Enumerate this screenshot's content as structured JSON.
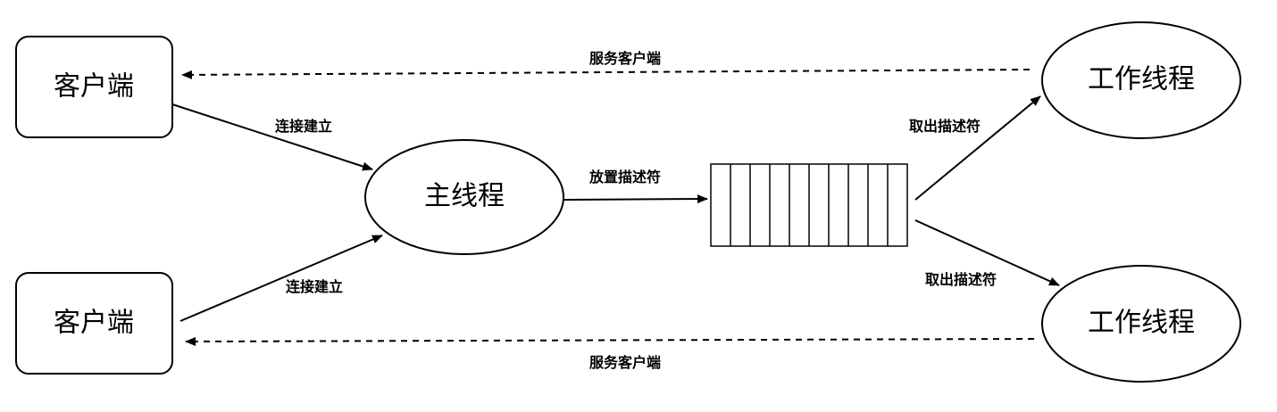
{
  "nodes": {
    "client_top": {
      "label": "客户端"
    },
    "client_bottom": {
      "label": "客户端"
    },
    "main_thread": {
      "label": "主线程"
    },
    "worker_top": {
      "label": "工作线程"
    },
    "worker_bottom": {
      "label": "工作线程"
    }
  },
  "queue": {
    "slot_count": 10
  },
  "edges": {
    "client_top_to_main": {
      "label": "连接建立",
      "style": "solid"
    },
    "client_bottom_to_main": {
      "label": "连接建立",
      "style": "solid"
    },
    "main_to_queue": {
      "label": "放置描述符",
      "style": "solid"
    },
    "queue_to_worker_top": {
      "label": "取出描述符",
      "style": "solid"
    },
    "queue_to_worker_bottom": {
      "label": "取出描述符",
      "style": "solid"
    },
    "worker_top_to_client_top": {
      "label": "服务客户端",
      "style": "dashed"
    },
    "worker_bottom_to_client_bottom": {
      "label": "服务客户端",
      "style": "dashed"
    }
  },
  "colors": {
    "stroke": "#000000",
    "background": "#ffffff"
  }
}
